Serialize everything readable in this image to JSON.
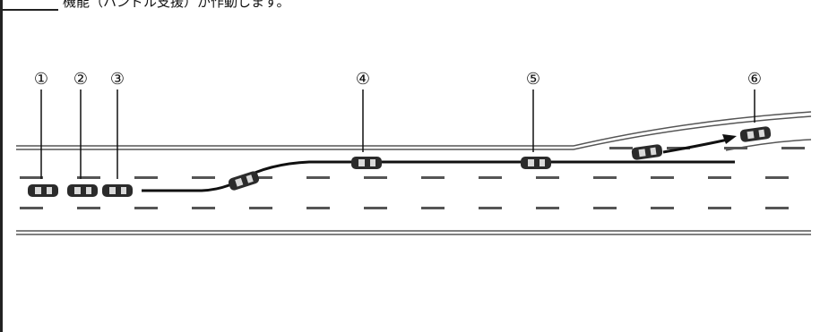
{
  "caption": "機能（ハンドル支援）が作動します。",
  "markers": [
    {
      "label": "①"
    },
    {
      "label": "②"
    },
    {
      "label": "③"
    },
    {
      "label": "④"
    },
    {
      "label": "⑤"
    },
    {
      "label": "⑥"
    }
  ],
  "colors": {
    "line": "#111111",
    "lane_dash": "#555555",
    "car_body": "#2b2b2b",
    "car_window": "#d9d9d9"
  }
}
